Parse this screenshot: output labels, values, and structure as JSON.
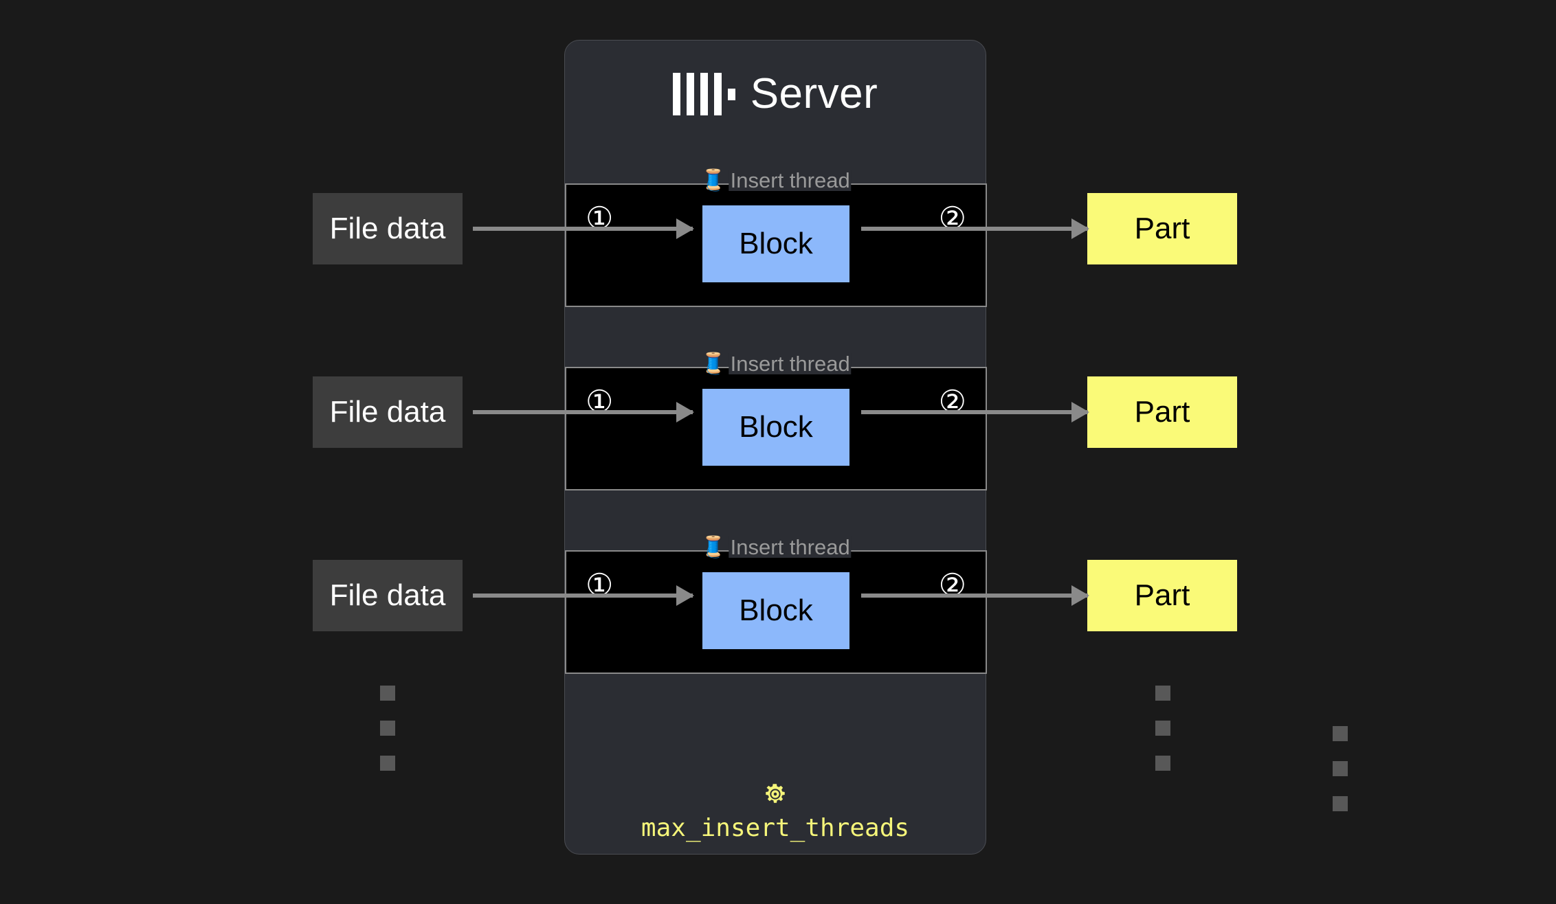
{
  "background_color": "#1a1a1a",
  "panel": {
    "title": "Server",
    "logo_icon": "clickhouse-logo-icon",
    "background_color": "#2b2d33",
    "border_color": "#4a4c52"
  },
  "thread_rows": [
    {
      "label": "Insert thread",
      "label_icon": "thread-spool-icon",
      "step_in": "①",
      "step_out": "②",
      "block_label": "Block",
      "block_color": "#8cb8fb"
    },
    {
      "label": "Insert thread",
      "label_icon": "thread-spool-icon",
      "step_in": "①",
      "step_out": "②",
      "block_label": "Block",
      "block_color": "#8cb8fb"
    },
    {
      "label": "Insert thread",
      "label_icon": "thread-spool-icon",
      "step_in": "①",
      "step_out": "②",
      "block_label": "Block",
      "block_color": "#8cb8fb"
    }
  ],
  "inputs": [
    {
      "label": "File data",
      "color": "#3d3d3d"
    },
    {
      "label": "File data",
      "color": "#3d3d3d"
    },
    {
      "label": "File data",
      "color": "#3d3d3d"
    }
  ],
  "outputs": [
    {
      "label": "Part",
      "color": "#fafa78"
    },
    {
      "label": "Part",
      "color": "#fafa78"
    },
    {
      "label": "Part",
      "color": "#fafa78"
    }
  ],
  "continuation": {
    "icon": "vertical-ellipsis-squares-icon",
    "dot_count": 3,
    "dot_color": "#585858"
  },
  "setting": {
    "icon": "gear-icon",
    "name": "max_insert_threads",
    "color": "#f5f57a"
  }
}
